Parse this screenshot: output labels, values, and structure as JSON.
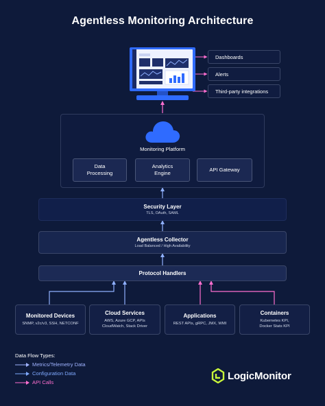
{
  "title": "Agentless Monitoring Architecture",
  "side_panel": [
    "Dashboards",
    "Alerts",
    "Third-party integrations"
  ],
  "platform": {
    "label": "Monitoring Platform",
    "components": [
      {
        "line1": "Data",
        "line2": "Processing"
      },
      {
        "line1": "Analytics",
        "line2": "Engine"
      },
      {
        "line1": "API Gateway",
        "line2": ""
      }
    ]
  },
  "security": {
    "title": "Security Layer",
    "sub": "TLS, OAuth, SAML"
  },
  "collector": {
    "title": "Agentless Collector",
    "sub": "Load Balanced / High Availability"
  },
  "protocol": {
    "title": "Protocol Handlers"
  },
  "sources": [
    {
      "title": "Monitored Devices",
      "line1": "SNMP, v2c/v3, SSH, NETCONF",
      "line2": ""
    },
    {
      "title": "Cloud Services",
      "line1": "AWS, Azure GCP, APIs",
      "line2": "CloudWatch, Stack Driver"
    },
    {
      "title": "Applications",
      "line1": "REST APIs, gRPC, JMX, WMI",
      "line2": ""
    },
    {
      "title": "Containers",
      "line1": "Kubernetes KPI,",
      "line2": "Docker Stats KPI"
    }
  ],
  "legend": {
    "title": "Data Flow Types:",
    "items": [
      {
        "label": "Metrics/Telemetry Data",
        "color": "#9fb2ff"
      },
      {
        "label": "Configuration Data",
        "color": "#7fa9ff"
      },
      {
        "label": "API Calls",
        "color": "#ff6fd0"
      }
    ]
  },
  "brand": {
    "name": "LogicMonitor",
    "accent": "#c8f53a"
  },
  "colors": {
    "blue_arrow": "#8fb0ff",
    "pink_arrow": "#ff6fd0",
    "background": "#0e1a3a"
  }
}
